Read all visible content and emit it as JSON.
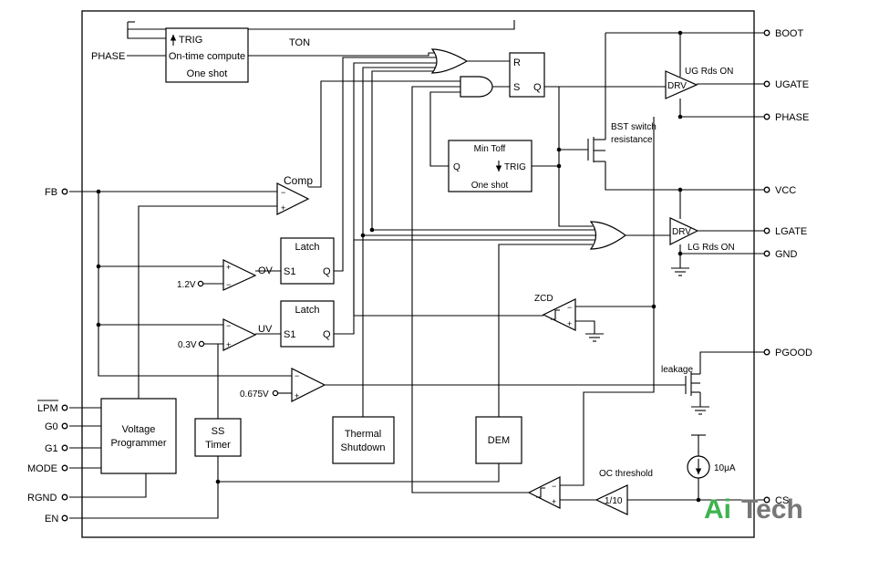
{
  "pins": {
    "left": {
      "phase_in": "PHASE",
      "fb": "FB",
      "v12": "1.2V",
      "v03": "0.3V",
      "v0675": "0.675V",
      "lpm": "LPM",
      "g0": "G0",
      "g1": "G1",
      "mode": "MODE",
      "rgnd": "RGND",
      "en": "EN"
    },
    "right": {
      "boot": "BOOT",
      "ugate": "UGATE",
      "phase": "PHASE",
      "vcc": "VCC",
      "lgate": "LGATE",
      "gnd": "GND",
      "pgood": "PGOOD",
      "cs": "CS"
    }
  },
  "blocks": {
    "ontime_trig": "TRIG",
    "ontime_line1": "On-time compute",
    "ontime_line2": "One shot",
    "sr_r": "R",
    "sr_s": "S",
    "sr_q": "Q",
    "mintoff_title": "Min Toff",
    "mintoff_q": "Q",
    "mintoff_trig": "TRIG",
    "mintoff_sub": "One shot",
    "latch1_title": "Latch",
    "latch1_s1": "S1",
    "latch1_q": "Q",
    "latch2_title": "Latch",
    "latch2_s1": "S1",
    "latch2_q": "Q",
    "vp_line1": "Voltage",
    "vp_line2": "Programmer",
    "ss_line1": "SS",
    "ss_line2": "Timer",
    "th_line1": "Thermal",
    "th_line2": "Shutdown",
    "dem": "DEM",
    "drv_upper": "DRV",
    "drv_lower": "DRV",
    "div": "1/10",
    "current_source": "10μA"
  },
  "labels": {
    "ton": "TON",
    "comp": "Comp",
    "ov": "OV",
    "uv": "UV",
    "zcd": "ZCD",
    "bst1": "BST switch",
    "bst2": "resistance",
    "ug_rds": "UG Rds ON",
    "lg_rds": "LG Rds ON",
    "leakage": "leakage",
    "oc_threshold": "OC threshold",
    "plus": "+",
    "minus": "−"
  },
  "watermark": {
    "part1": "Ai",
    "part2": "Tech"
  }
}
